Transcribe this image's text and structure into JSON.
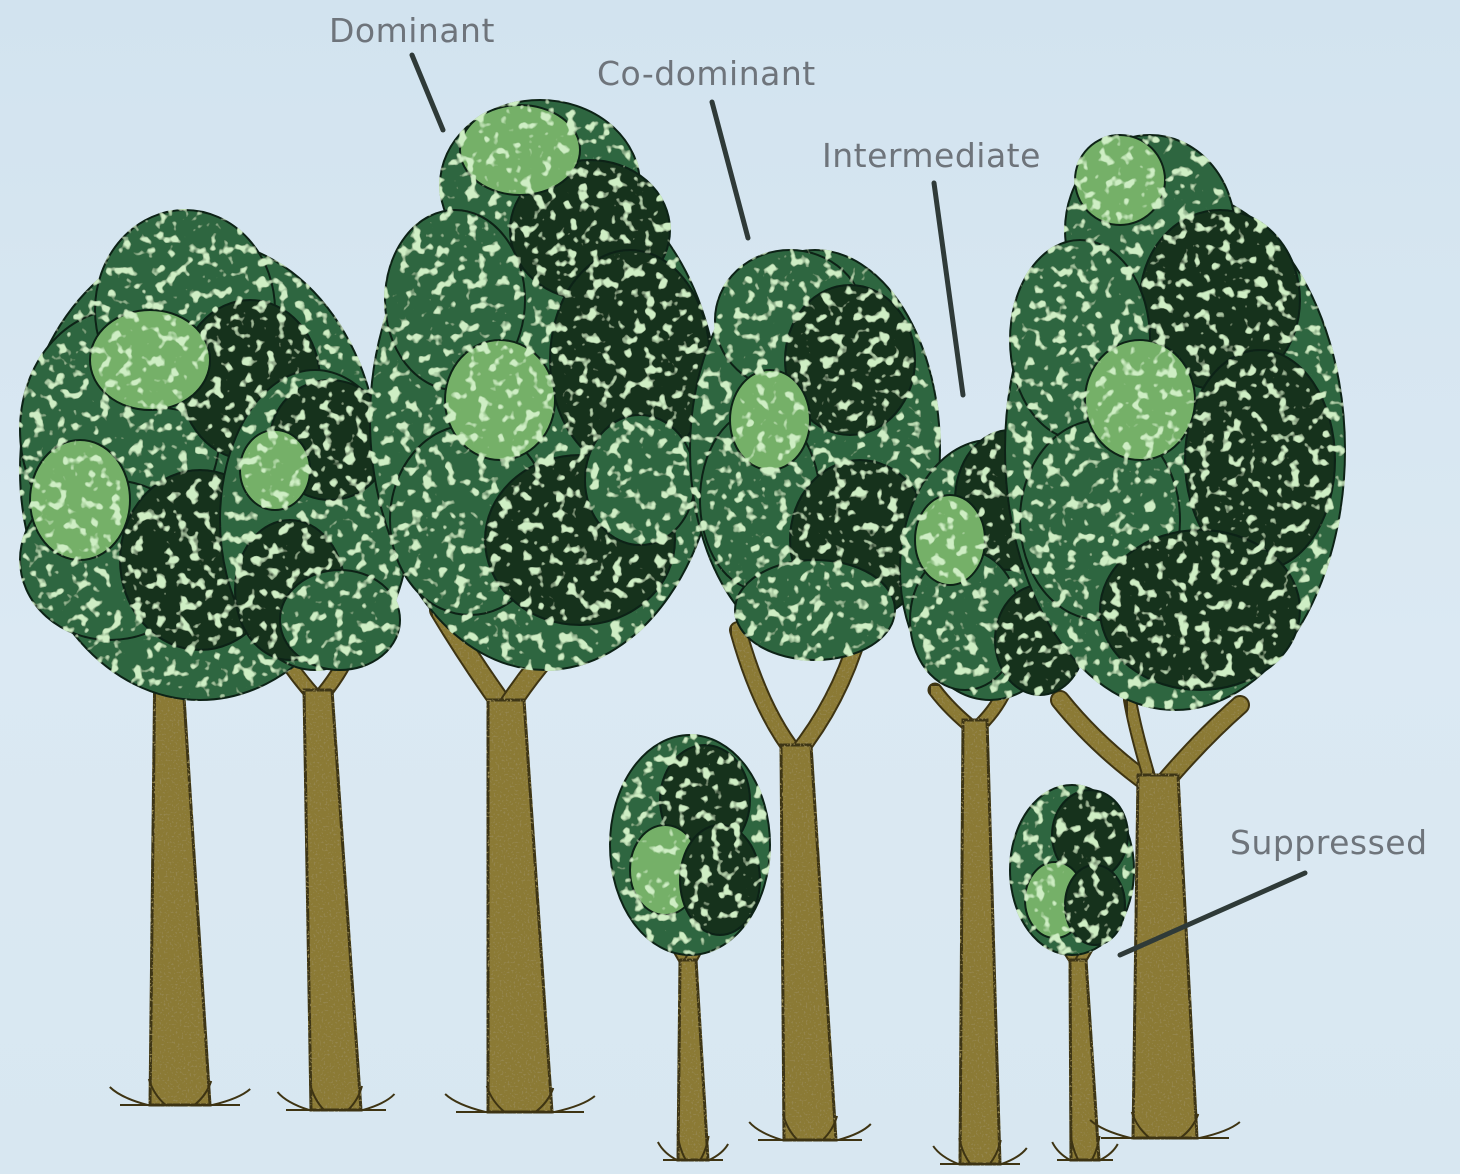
{
  "diagram": {
    "labels": {
      "dominant": "Dominant",
      "codominant": "Co-dominant",
      "intermediate": "Intermediate",
      "suppressed": "Suppressed"
    },
    "colors": {
      "background": "#d7e6f1",
      "label_text": "#6e747b",
      "leader_line": "#2f3a38",
      "trunk": "#8b7a34",
      "trunk_outline": "#3e3413",
      "foliage_dark": "#12301f",
      "foliage_mid": "#2e6640",
      "foliage_light": "#74b067"
    }
  }
}
